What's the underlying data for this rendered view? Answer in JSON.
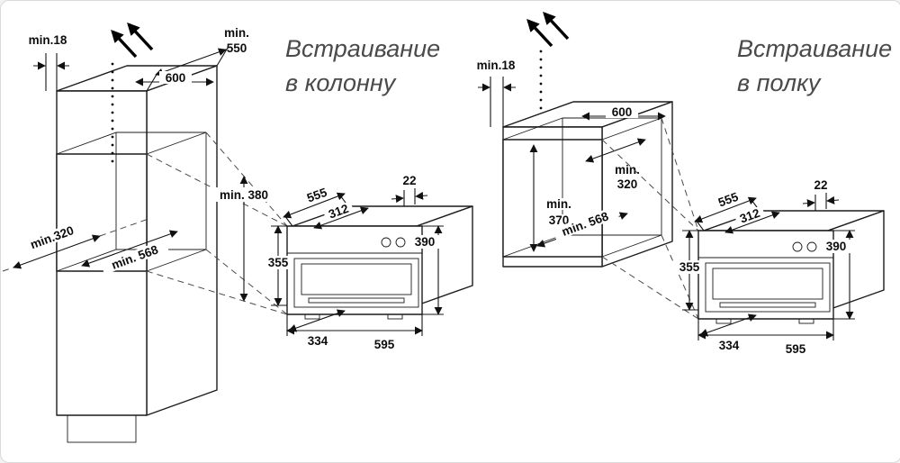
{
  "titles": {
    "left_line1": "Встраивание",
    "left_line2": "в колонну",
    "right_line1": "Встраивание",
    "right_line2": "в полку"
  },
  "column": {
    "gap_top": "min.18",
    "depth_l1": "min.",
    "depth_l2": "550",
    "width": "600",
    "niche_height": "min. 380",
    "lower_depth": "min.320",
    "niche_depth": "min. 568"
  },
  "shelf": {
    "gap_top": "min.18",
    "width": "600",
    "top_depth_l1": "min.",
    "top_depth_l2": "320",
    "niche_height_l1": "min.",
    "niche_height_l2": "370",
    "niche_depth": "min. 568"
  },
  "oven": {
    "total_depth": "555",
    "frame_overhang": "22",
    "top_width": "312",
    "total_height": "390",
    "body_height": "355",
    "body_depth": "334",
    "total_width": "595"
  }
}
